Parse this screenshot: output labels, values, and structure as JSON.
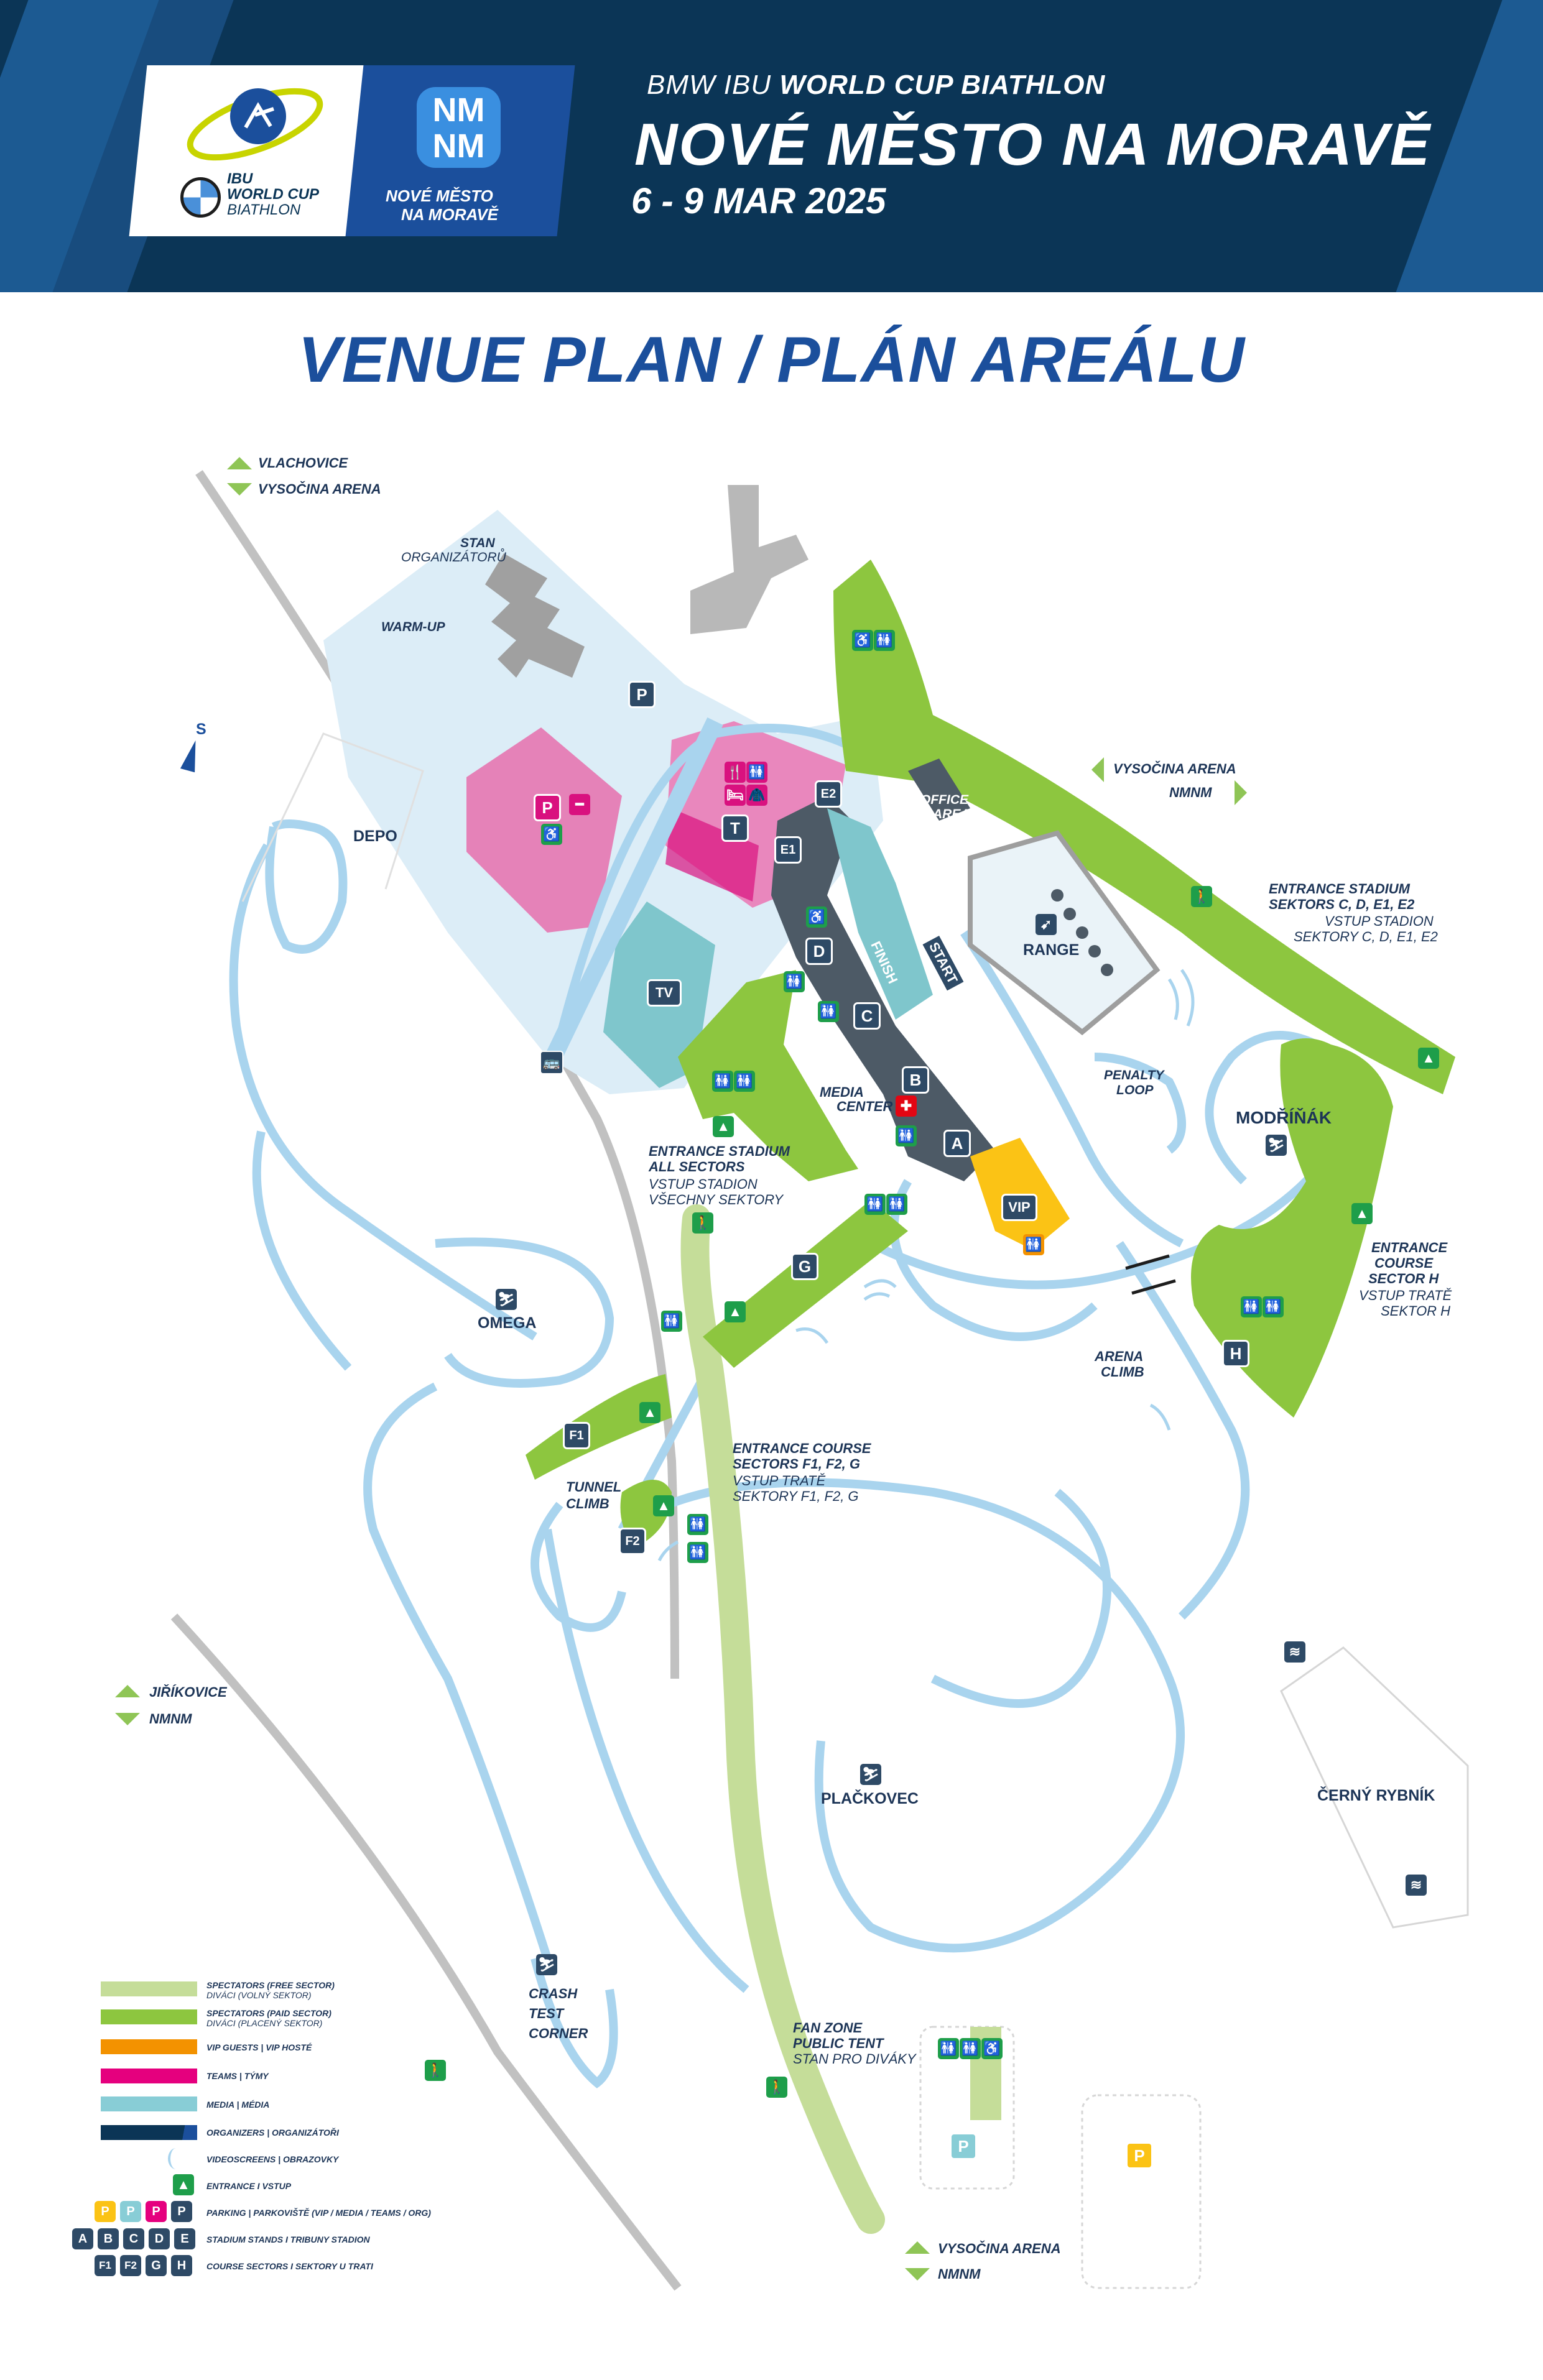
{
  "header": {
    "subtitle_prefix": "BMW IBU",
    "subtitle_bold": "WORLD CUP BIATHLON",
    "title": "NOVÉ MĚSTO NA MORAVĚ",
    "date": "6 - 9 MAR 2025",
    "logo_ibu_line1": "IBU",
    "logo_ibu_line2": "WORLD CUP",
    "logo_ibu_line3": "BIATHLON",
    "logo_nmnm_mark": "NM NM",
    "logo_nmnm_line1": "NOVÉ MĚSTO",
    "logo_nmnm_line2": "NA MORAVĚ"
  },
  "page_title": "VENUE PLAN / PLÁN AREÁLU",
  "colors": {
    "header_bg": "#0b3556",
    "title_blue": "#1b4f9c",
    "free_sector": "#c5dd99",
    "paid_sector": "#8dc63f",
    "vip": "#f39200",
    "teams": "#e5007e",
    "media": "#88cdd6",
    "organizers": "#1b4f9c",
    "track": "#a9d4ee",
    "area": "#dcedf7"
  },
  "directions": {
    "top_left_1": "VLACHOVICE",
    "top_left_2": "VYSOČINA ARENA",
    "right_1": "VYSOČINA ARENA",
    "right_2": "NMNM",
    "left_1": "JIŘÍKOVICE",
    "left_2": "NMNM",
    "bottom_1": "VYSOČINA ARENA",
    "bottom_2": "NMNM"
  },
  "compass": "S",
  "places": {
    "stan": "STAN",
    "organizatoru": "ORGANIZÁTORŮ",
    "warmup": "WARM-UP",
    "depo": "DEPO",
    "office": "OFFICE",
    "area": "AREA",
    "range": "RANGE",
    "penalty_1": "PENALTY",
    "penalty_2": "LOOP",
    "modrinak": "MODŘÍŇÁK",
    "media_1": "MEDIA",
    "media_2": "CENTER",
    "omega": "OMEGA",
    "arena_1": "ARENA",
    "arena_2": "CLIMB",
    "tunnel_1": "TUNNEL",
    "tunnel_2": "CLIMB",
    "plackovec": "PLAČKOVEC",
    "cerny": "ČERNÝ RYBNÍK",
    "crash_1": "CRASH",
    "crash_2": "TEST",
    "crash_3": "CORNER",
    "finish": "FINISH",
    "start": "START",
    "fan_1": "FAN ZONE",
    "fan_2": "PUBLIC TENT",
    "fan_3": "STAN PRO DIVÁKY"
  },
  "entrances": {
    "stadium_cde_1": "ENTRANCE STADIUM",
    "stadium_cde_2": "SEKTORS C, D, E1, E2",
    "stadium_cde_3": "VSTUP STADION",
    "stadium_cde_4": "SEKTORY C, D, E1, E2",
    "stadium_all_1": "ENTRANCE STADIUM",
    "stadium_all_2": "ALL SECTORS",
    "stadium_all_3": "VSTUP STADION",
    "stadium_all_4": "VŠECHNY SEKTORY",
    "course_h_1": "ENTRANCE",
    "course_h_2": "COURSE",
    "course_h_3": "SECTOR H",
    "course_h_4": "VSTUP TRATĚ",
    "course_h_5": "SEKTOR H",
    "course_f_1": "ENTRANCE COURSE",
    "course_f_2": "SECTORS F1, F2, G",
    "course_f_3": "VSTUP TRATĚ",
    "course_f_4": "SEKTORY F1, F2, G"
  },
  "badges": {
    "A": "A",
    "B": "B",
    "C": "C",
    "D": "D",
    "E1": "E1",
    "E2": "E2",
    "T": "T",
    "TV": "TV",
    "P": "P",
    "G": "G",
    "H": "H",
    "F1": "F1",
    "F2": "F2",
    "VIP": "VIP"
  },
  "legend": {
    "free_1": "SPECTATORS (FREE SECTOR)",
    "free_2": "DIVÁCI (VOLNÝ SEKTOR)",
    "paid_1": "SPECTATORS (PAID SECTOR)",
    "paid_2": "DIVÁCI (PLACENÝ SEKTOR)",
    "vip": "VIP GUESTS | VIP HOSTÉ",
    "teams": "TEAMS | TÝMY",
    "media": "MEDIA | MÉDIA",
    "organizers": "ORGANIZERS | ORGANIZÁTOŘI",
    "videoscreens": "VIDEOSCREENS | OBRAZOVKY",
    "entrance": "ENTRANCE I VSTUP",
    "parking": "PARKING | PARKOVIŠTĚ (VIP / MEDIA / TEAMS / ORG)",
    "stands": "STADIUM STANDS I TRIBUNY STADION",
    "course_sectors": "COURSE SECTORS I SEKTORY U TRATI",
    "p": "P",
    "stand_letters": [
      "A",
      "B",
      "C",
      "D",
      "E"
    ],
    "course_letters": [
      "F1",
      "F2",
      "G",
      "H"
    ]
  }
}
